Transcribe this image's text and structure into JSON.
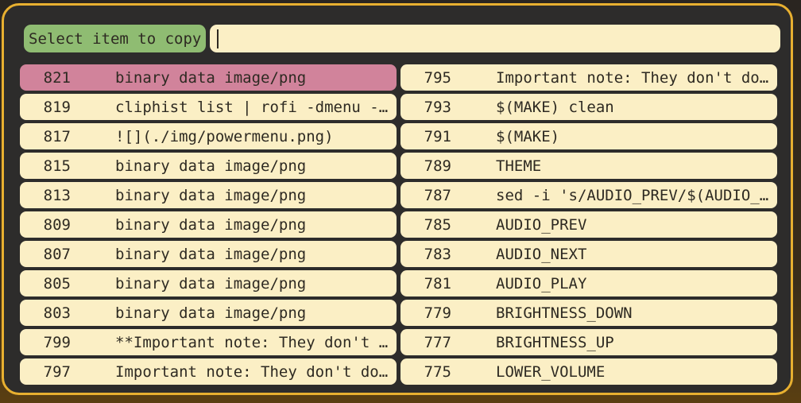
{
  "prompt": {
    "label": "Select item to copy",
    "input_value": ""
  },
  "colors": {
    "border": "#e8b030",
    "window_bg": "#2d2c2b",
    "prompt_bg": "#8fbc72",
    "item_bg": "#fbefc5",
    "selected_bg": "#d1839b",
    "text": "#2e2a22"
  },
  "items": [
    {
      "num": "821",
      "text": "binary data image/png",
      "selected": true
    },
    {
      "num": "819",
      "text": "cliphist list | rofi -dmenu -c…"
    },
    {
      "num": "817",
      "text": "![](./img/powermenu.png)"
    },
    {
      "num": "815",
      "text": "binary data image/png"
    },
    {
      "num": "813",
      "text": "binary data image/png"
    },
    {
      "num": "809",
      "text": "binary data image/png"
    },
    {
      "num": "807",
      "text": "binary data image/png"
    },
    {
      "num": "805",
      "text": "binary data image/png"
    },
    {
      "num": "803",
      "text": "binary data image/png"
    },
    {
      "num": "799",
      "text": "**Important note: They don't d…"
    },
    {
      "num": "797",
      "text": "Important note: They don't do …"
    },
    {
      "num": "795",
      "text": "Important note: They don't do …"
    },
    {
      "num": "793",
      "text": "$(MAKE) clean"
    },
    {
      "num": "791",
      "text": "$(MAKE)"
    },
    {
      "num": "789",
      "text": "THEME"
    },
    {
      "num": "787",
      "text": "sed -i 's/AUDIO_PREV/$(AUDIO_P…"
    },
    {
      "num": "785",
      "text": "AUDIO_PREV"
    },
    {
      "num": "783",
      "text": "AUDIO_NEXT"
    },
    {
      "num": "781",
      "text": "AUDIO_PLAY"
    },
    {
      "num": "779",
      "text": "BRIGHTNESS_DOWN"
    },
    {
      "num": "777",
      "text": "BRIGHTNESS_UP"
    },
    {
      "num": "775",
      "text": "LOWER_VOLUME"
    }
  ]
}
